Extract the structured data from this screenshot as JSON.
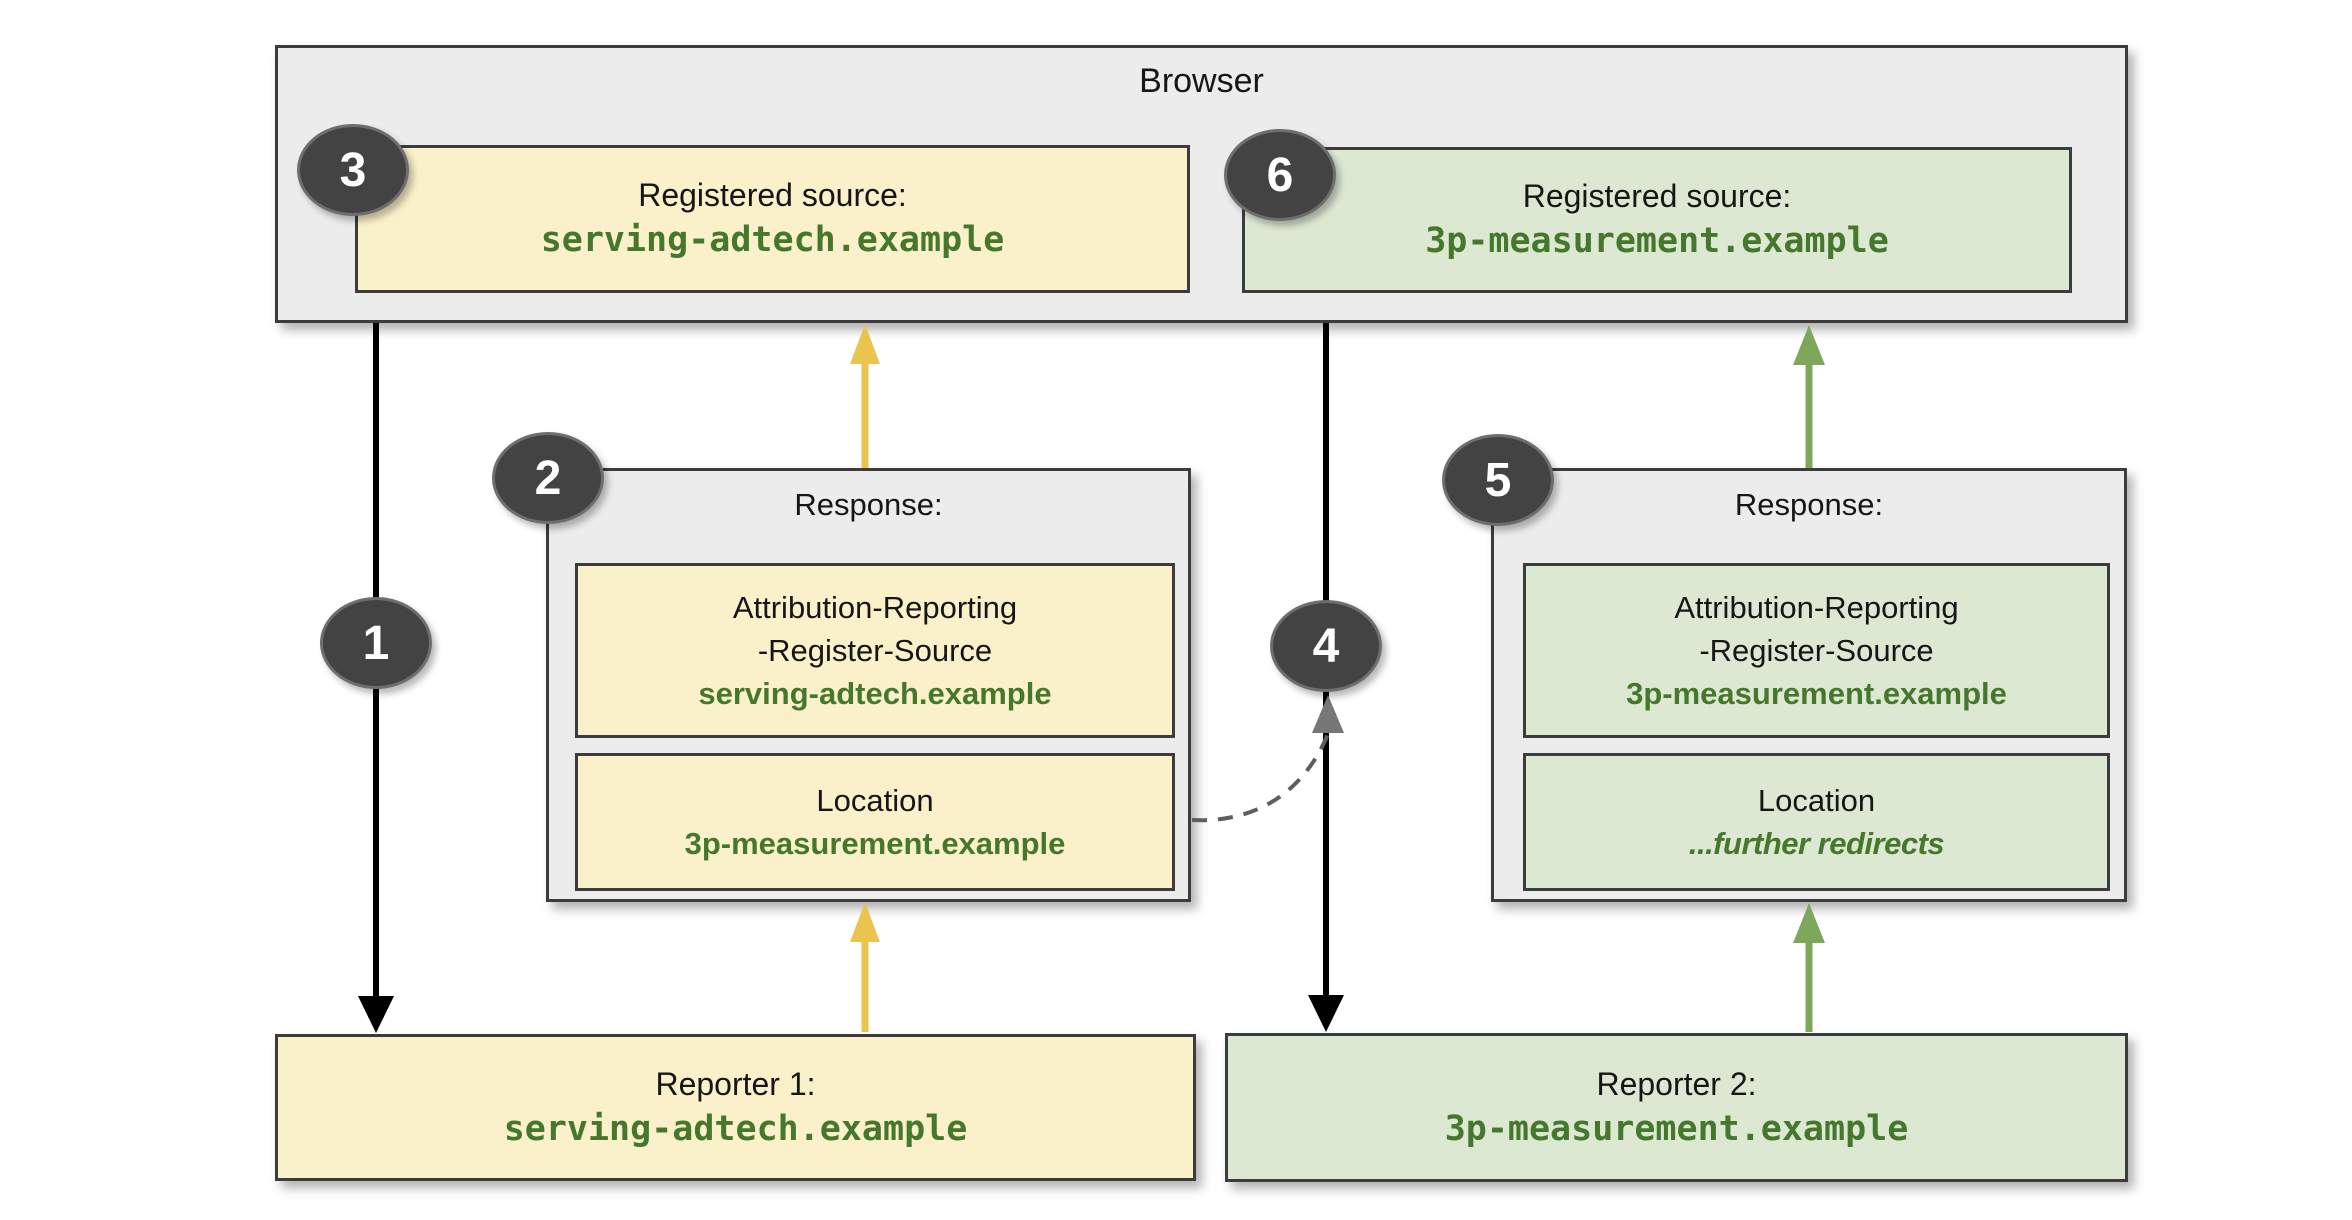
{
  "browser": {
    "title": "Browser",
    "registered_sources": [
      {
        "label": "Registered source:",
        "domain": "serving-adtech.example"
      },
      {
        "label": "Registered source:",
        "domain": "3p-measurement.example"
      }
    ]
  },
  "responses": [
    {
      "title": "Response:",
      "register_source_header": {
        "line1": "Attribution-Reporting",
        "line2": "-Register-Source",
        "domain": "serving-adtech.example"
      },
      "location_header": {
        "name": "Location",
        "domain": "3p-measurement.example"
      }
    },
    {
      "title": "Response:",
      "register_source_header": {
        "line1": "Attribution-Reporting",
        "line2": "-Register-Source",
        "domain": "3p-measurement.example"
      },
      "location_header": {
        "name": "Location",
        "note": "...further redirects"
      }
    }
  ],
  "reporters": [
    {
      "label": "Reporter 1:",
      "domain": "serving-adtech.example"
    },
    {
      "label": "Reporter 2:",
      "domain": "3p-measurement.example"
    }
  ],
  "badges": {
    "b1": "1",
    "b2": "2",
    "b3": "3",
    "b4": "4",
    "b5": "5",
    "b6": "6"
  },
  "colors": {
    "container_fill": "#ECECEC",
    "yellow_fill": "#FAF0CA",
    "green_fill": "#DDE8D3",
    "border": "#3C3C3C",
    "badge_fill": "#434343",
    "green_text": "#45782D",
    "yellow_arrow": "#EAC44F",
    "green_arrow": "#7EA75C",
    "black_arrow": "#000000",
    "dashed_arrow": "#5E5E5E",
    "dashed_arrowhead": "#777777"
  }
}
